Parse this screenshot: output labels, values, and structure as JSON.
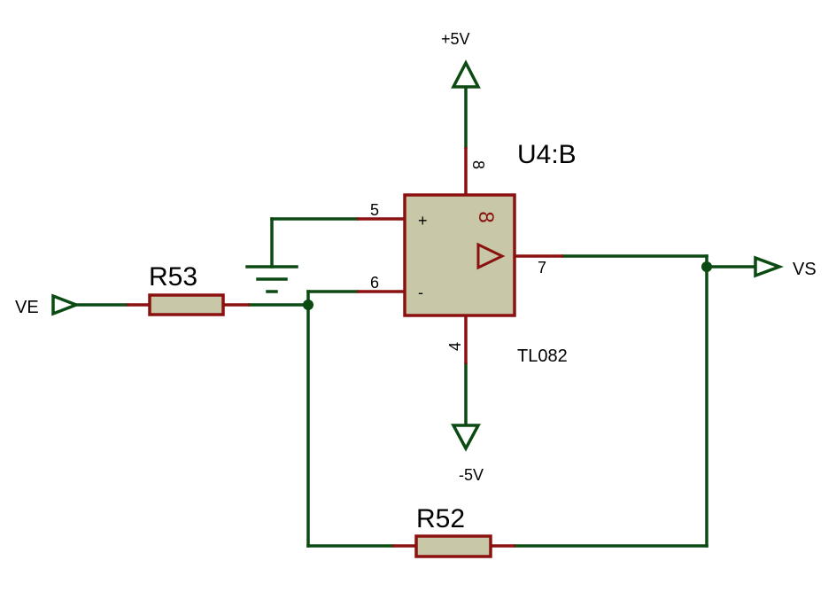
{
  "diagram": {
    "opamp": {
      "ref": "U4:B",
      "part": "TL082",
      "pin_plus_label": "5",
      "pin_minus_label": "6",
      "pin_out_label": "7",
      "pin_vcc_label": "8",
      "pin_vee_label": "4",
      "plus_sign": "+",
      "minus_sign": "-",
      "unit_glyph": "8"
    },
    "resistors": {
      "input": "R53",
      "feedback": "R52"
    },
    "terminals": {
      "input": "VE",
      "output": "VS",
      "supply_pos": "+5V",
      "supply_neg": "-5V"
    },
    "colors": {
      "wire": "#0b4a12",
      "pin": "#8b1010",
      "component_fill": "#c8c8a8"
    }
  }
}
